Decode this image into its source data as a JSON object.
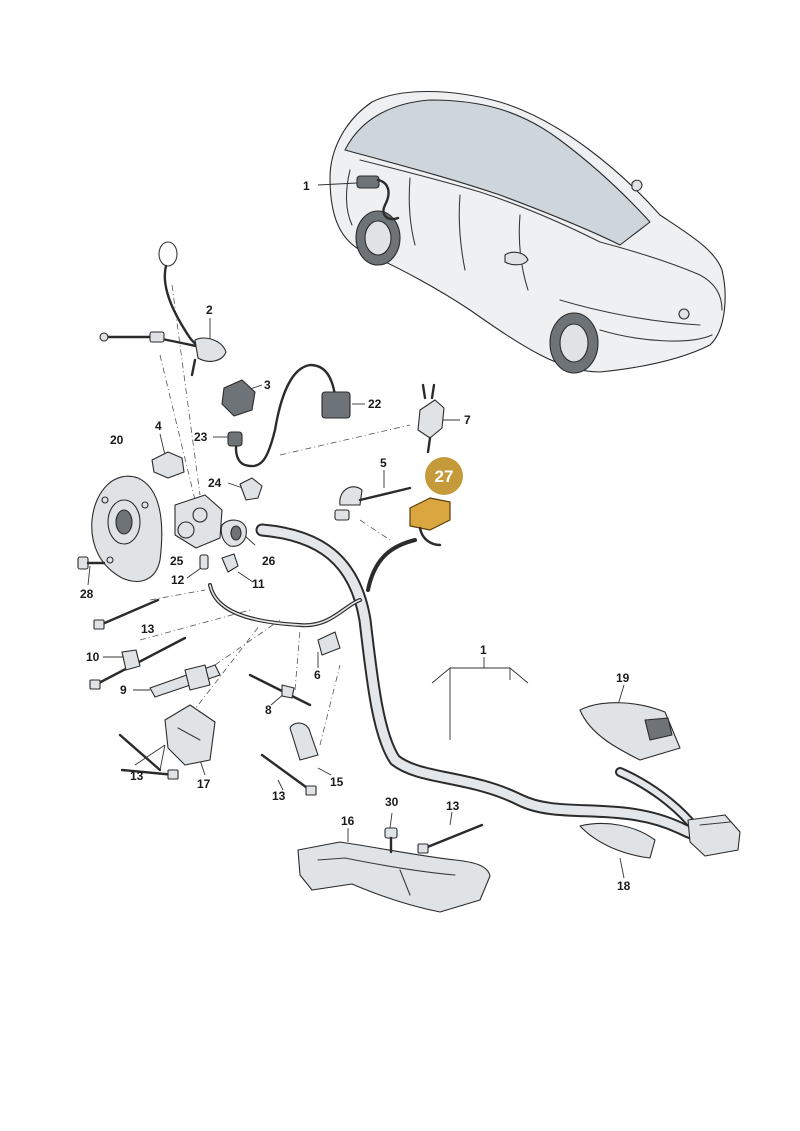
{
  "diagram": {
    "highlight": {
      "label": "27",
      "color": "#c59a3a"
    },
    "callouts": [
      {
        "id": "c1-top",
        "label": "1"
      },
      {
        "id": "c2",
        "label": "2"
      },
      {
        "id": "c3",
        "label": "3"
      },
      {
        "id": "c22",
        "label": "22"
      },
      {
        "id": "c7",
        "label": "7"
      },
      {
        "id": "c4",
        "label": "4"
      },
      {
        "id": "c20",
        "label": "20"
      },
      {
        "id": "c23",
        "label": "23"
      },
      {
        "id": "c24",
        "label": "24"
      },
      {
        "id": "c5",
        "label": "5"
      },
      {
        "id": "c25",
        "label": "25"
      },
      {
        "id": "c26",
        "label": "26"
      },
      {
        "id": "c12",
        "label": "12"
      },
      {
        "id": "c11",
        "label": "11"
      },
      {
        "id": "c28",
        "label": "28"
      },
      {
        "id": "c13-a",
        "label": "13"
      },
      {
        "id": "c10",
        "label": "10"
      },
      {
        "id": "c6",
        "label": "6"
      },
      {
        "id": "c9",
        "label": "9"
      },
      {
        "id": "c8",
        "label": "8"
      },
      {
        "id": "c1-main",
        "label": "1"
      },
      {
        "id": "c19",
        "label": "19"
      },
      {
        "id": "c13-b",
        "label": "13"
      },
      {
        "id": "c17",
        "label": "17"
      },
      {
        "id": "c13-c",
        "label": "13"
      },
      {
        "id": "c15",
        "label": "15"
      },
      {
        "id": "c30",
        "label": "30"
      },
      {
        "id": "c16",
        "label": "16"
      },
      {
        "id": "c13-d",
        "label": "13"
      },
      {
        "id": "c18",
        "label": "18"
      }
    ]
  }
}
